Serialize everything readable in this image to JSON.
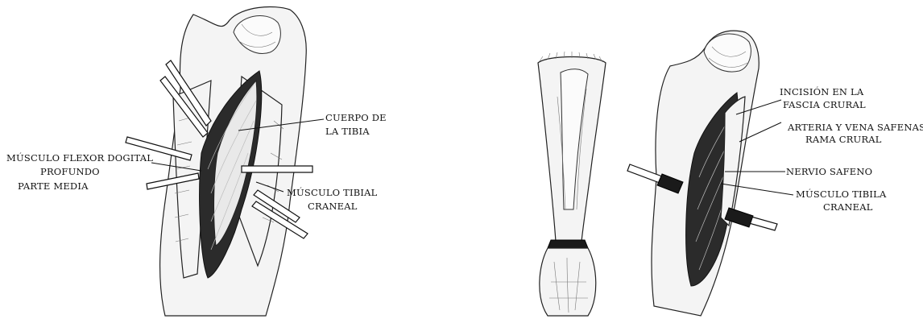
{
  "left_figure": {
    "labels": [
      "CUERPO DE",
      "LA TIBIA",
      "MÚSCULO FLEXOR DOGITAL",
      "PROFUNDO",
      "PARTE MEDIA",
      "MÚSCULO TIBIAL",
      "CRANEAL"
    ]
  },
  "right_figure": {
    "labels": [
      "INCISIÓN EN LA",
      "FASCIA CRURAL",
      "ARTERIA Y VENA SAFENAS",
      "RAMA CRURAL",
      "NERVIO SAFENO",
      "MÚSCULO TIBILA",
      "CRANEAL"
    ]
  }
}
